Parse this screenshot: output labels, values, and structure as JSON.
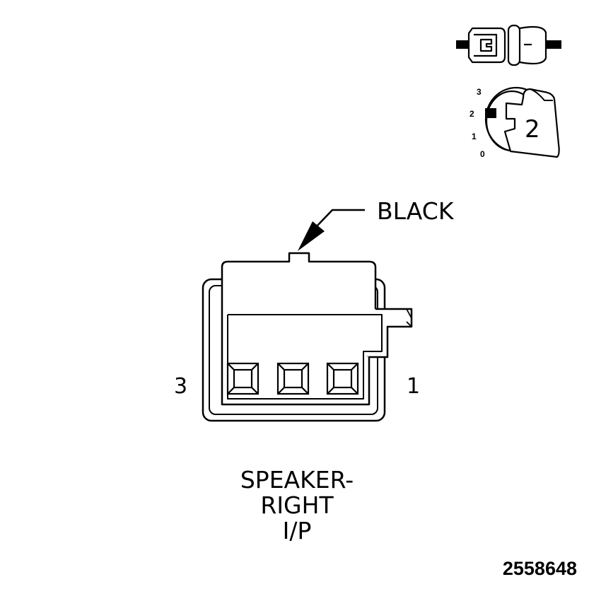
{
  "connector": {
    "color_callout": "BLACK",
    "pin_left": "3",
    "pin_right": "1",
    "name_lines": [
      "SPEAKER-",
      "RIGHT",
      "I/P"
    ]
  },
  "inset": {
    "key_scale": [
      "3",
      "2",
      "1",
      "0"
    ],
    "key_number": "2"
  },
  "figure_id": "2558648",
  "colors": {
    "line": "#000000",
    "background": "#ffffff"
  },
  "icons": [
    "connector-mating-icon",
    "terminal-position-key-icon",
    "callout-arrow-icon"
  ]
}
